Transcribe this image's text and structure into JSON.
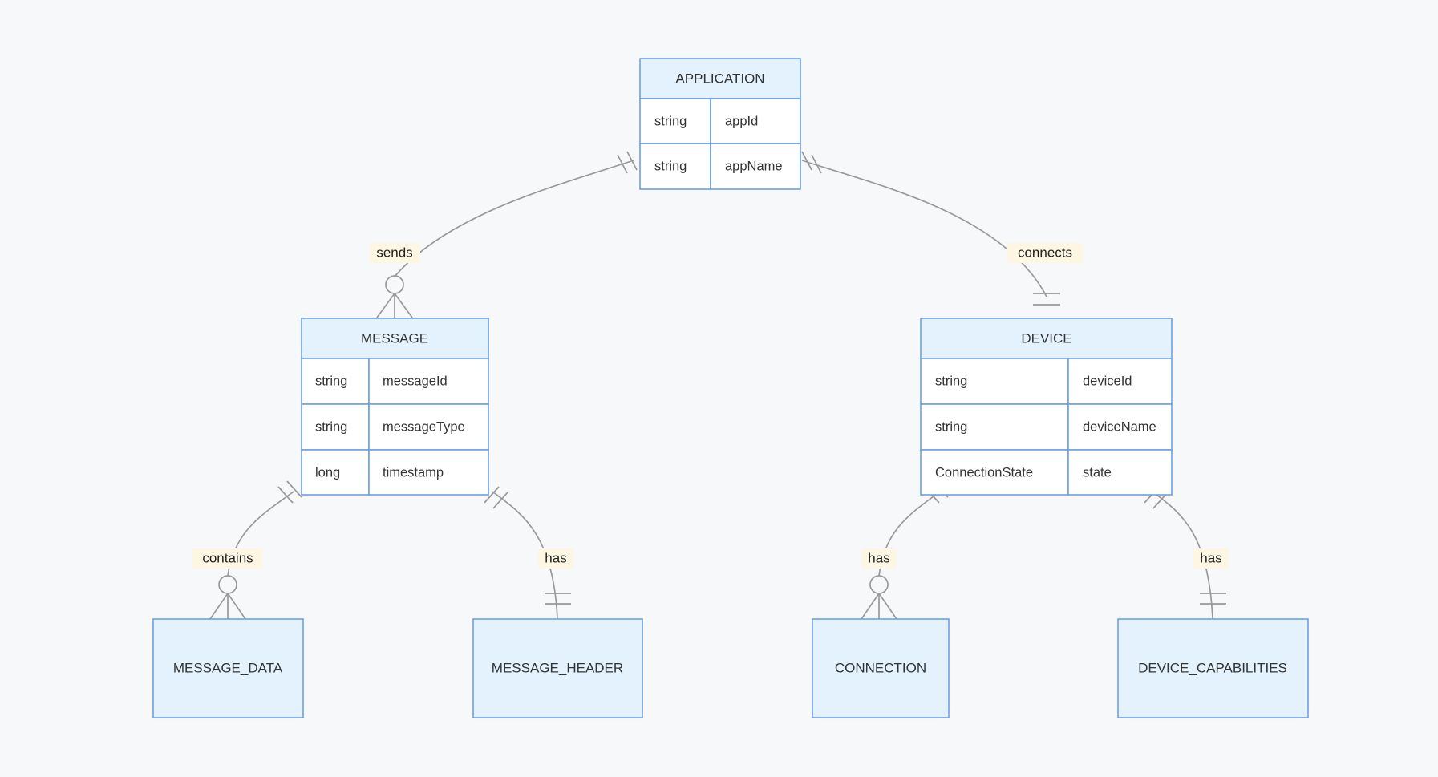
{
  "diagram": {
    "type": "entity-relationship-diagram",
    "background_color": "#f7f8fa",
    "entity_fill": "#e3f2fd",
    "entity_border": "#6c9fe8",
    "attribute_fill": "#ffffff",
    "line_color": "#999999",
    "label_background": "#fdf6e3",
    "text_color": "#333333"
  },
  "entities": [
    {
      "id": "application",
      "name": "APPLICATION",
      "attributes": [
        {
          "type": "string",
          "name": "appId"
        },
        {
          "type": "string",
          "name": "appName"
        }
      ]
    },
    {
      "id": "message",
      "name": "MESSAGE",
      "attributes": [
        {
          "type": "string",
          "name": "messageId"
        },
        {
          "type": "string",
          "name": "messageType"
        },
        {
          "type": "long",
          "name": "timestamp"
        }
      ]
    },
    {
      "id": "device",
      "name": "DEVICE",
      "attributes": [
        {
          "type": "string",
          "name": "deviceId"
        },
        {
          "type": "string",
          "name": "deviceName"
        },
        {
          "type": "ConnectionState",
          "name": "state"
        }
      ]
    },
    {
      "id": "message_data",
      "name": "MESSAGE_DATA",
      "attributes": []
    },
    {
      "id": "message_header",
      "name": "MESSAGE_HEADER",
      "attributes": []
    },
    {
      "id": "connection",
      "name": "CONNECTION",
      "attributes": []
    },
    {
      "id": "device_capabilities",
      "name": "DEVICE_CAPABILITIES",
      "attributes": []
    }
  ],
  "relationships": [
    {
      "id": "application-sends-message",
      "label": "sends",
      "from": "APPLICATION",
      "to": "MESSAGE",
      "from_cardinality": "exactly-one",
      "to_cardinality": "zero-or-many"
    },
    {
      "id": "application-connects-device",
      "label": "connects",
      "from": "APPLICATION",
      "to": "DEVICE",
      "from_cardinality": "exactly-one",
      "to_cardinality": "exactly-one"
    },
    {
      "id": "message-contains-message-data",
      "label": "contains",
      "from": "MESSAGE",
      "to": "MESSAGE_DATA",
      "from_cardinality": "exactly-one",
      "to_cardinality": "zero-or-many"
    },
    {
      "id": "message-has-message-header",
      "label": "has",
      "from": "MESSAGE",
      "to": "MESSAGE_HEADER",
      "from_cardinality": "exactly-one",
      "to_cardinality": "exactly-one"
    },
    {
      "id": "device-has-connection",
      "label": "has",
      "from": "DEVICE",
      "to": "CONNECTION",
      "from_cardinality": "exactly-one",
      "to_cardinality": "zero-or-many"
    },
    {
      "id": "device-has-device-capabilities",
      "label": "has",
      "from": "DEVICE",
      "to": "DEVICE_CAPABILITIES",
      "from_cardinality": "exactly-one",
      "to_cardinality": "exactly-one"
    }
  ]
}
